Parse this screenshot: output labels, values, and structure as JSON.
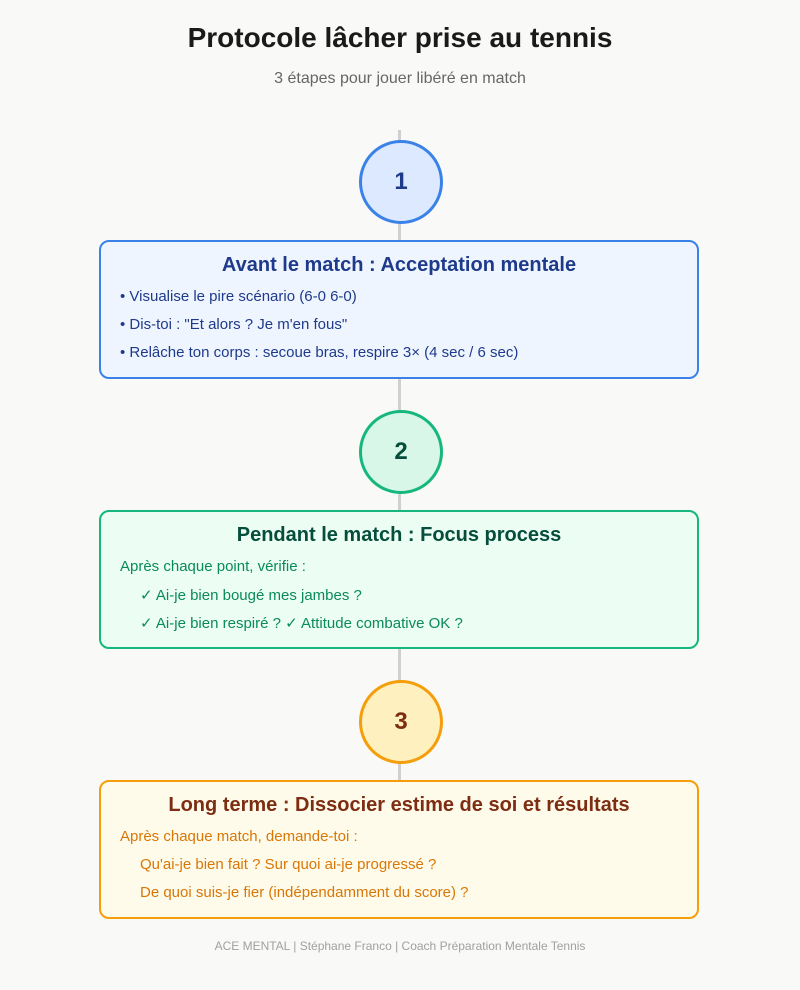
{
  "header": {
    "title": "Protocole lâcher prise au tennis",
    "subtitle": "3 étapes pour jouer libéré en match"
  },
  "steps": [
    {
      "number": "1",
      "heading": "Avant le match : Acceptation mentale",
      "lines": [
        "• Visualise le pire scénario (6-0 6-0)",
        "• Dis-toi : \"Et alors ? Je m'en fous\"",
        "• Relâche ton corps : secoue bras, respire 3× (4 sec / 6 sec)"
      ],
      "colors": {
        "border": "#3b82e8",
        "fill": "#eff5ff",
        "text": "#1e3a8a"
      }
    },
    {
      "number": "2",
      "heading": "Pendant le match : Focus process",
      "lines": [
        "Après chaque point, vérifie :",
        "✓ Ai-je bien bougé mes jambes ?",
        "✓ Ai-je bien respiré ? ✓ Attitude combative OK ?"
      ],
      "colors": {
        "border": "#16b77e",
        "fill": "#ecfdf4",
        "text": "#064e3b"
      }
    },
    {
      "number": "3",
      "heading": "Long terme : Dissocier estime de soi et résultats",
      "lines": [
        "Après chaque match, demande-toi :",
        "Qu'ai-je bien fait ? Sur quoi ai-je progressé ?",
        "De quoi suis-je fier (indépendamment du score) ?"
      ],
      "colors": {
        "border": "#f59e0b",
        "fill": "#fffbea",
        "text": "#7c2d12"
      }
    }
  ],
  "footer": {
    "text": "ACE MENTAL | Stéphane Franco | Coach Préparation Mentale Tennis"
  }
}
